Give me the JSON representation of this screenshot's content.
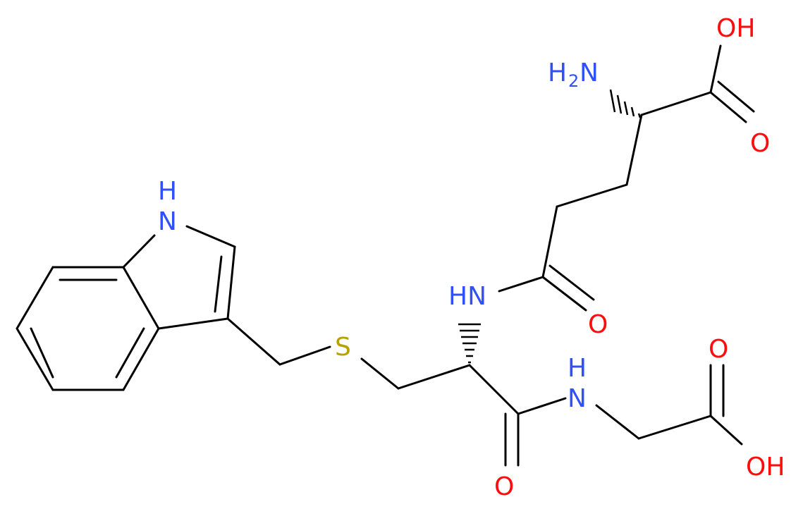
{
  "colors": {
    "bond": "#000000",
    "N": "#3050F8",
    "O": "#FF0D0D",
    "S": "#B8A000"
  },
  "atoms": {
    "oh_top": "OH",
    "o_top": "O",
    "h2n": "H",
    "h2n_sub": "2",
    "h2n_n": "N",
    "indole_nh": "H",
    "indole_n": "N",
    "amide_hn": "HN",
    "amide_o": "O",
    "s": "S",
    "nh_gly": "N",
    "nh_gly_h": "H",
    "o_bottom": "O",
    "o_gly": "O",
    "oh_gly": "OH"
  }
}
